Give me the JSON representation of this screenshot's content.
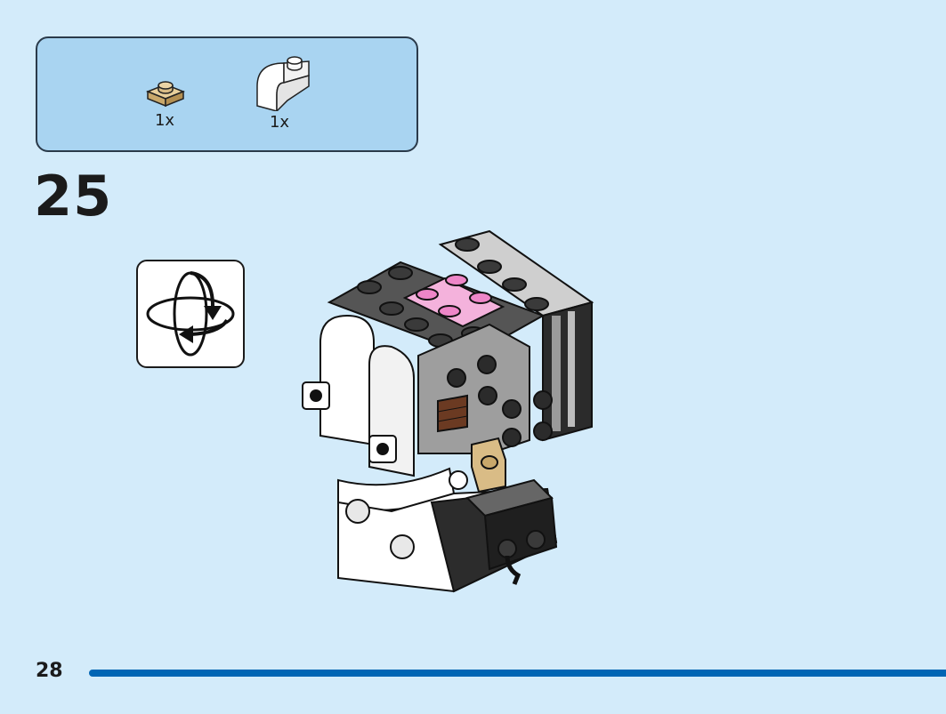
{
  "parts_list": {
    "items": [
      {
        "icon": "tan-plate-1x1-icon",
        "quantity": "1x",
        "color": "#d9bc86"
      },
      {
        "icon": "white-curved-slope-icon",
        "quantity": "1x",
        "color": "#ffffff"
      }
    ]
  },
  "step": {
    "number": "25",
    "action_icon": "rotate-model-icon"
  },
  "page": {
    "number": "28"
  },
  "colors": {
    "background": "#d3ebfa",
    "parts_box": "#a9d4f1",
    "progress": "#0065b4",
    "accent_pink": "#f4b2dc"
  }
}
